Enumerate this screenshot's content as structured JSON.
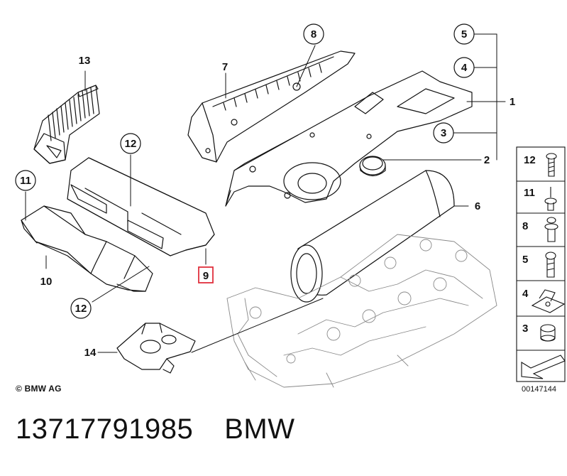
{
  "diagram": {
    "callouts": {
      "c1": "1",
      "c2": "2",
      "c3": "3",
      "c4": "4",
      "c5": "5",
      "c6": "6",
      "c7": "7",
      "c8": "8",
      "c9": "9",
      "c10": "10",
      "c11": "11",
      "c12a": "12",
      "c12b": "12",
      "c13": "13",
      "c14": "14"
    },
    "side_panel": [
      {
        "label": "12"
      },
      {
        "label": "11"
      },
      {
        "label": "8"
      },
      {
        "label": "5"
      },
      {
        "label": "4"
      },
      {
        "label": "3"
      }
    ],
    "highlight_color": "#e0303c",
    "copyright": "© BMW AG",
    "doc_number": "00147144"
  },
  "part_number": "13717791985",
  "brand": "BMW"
}
